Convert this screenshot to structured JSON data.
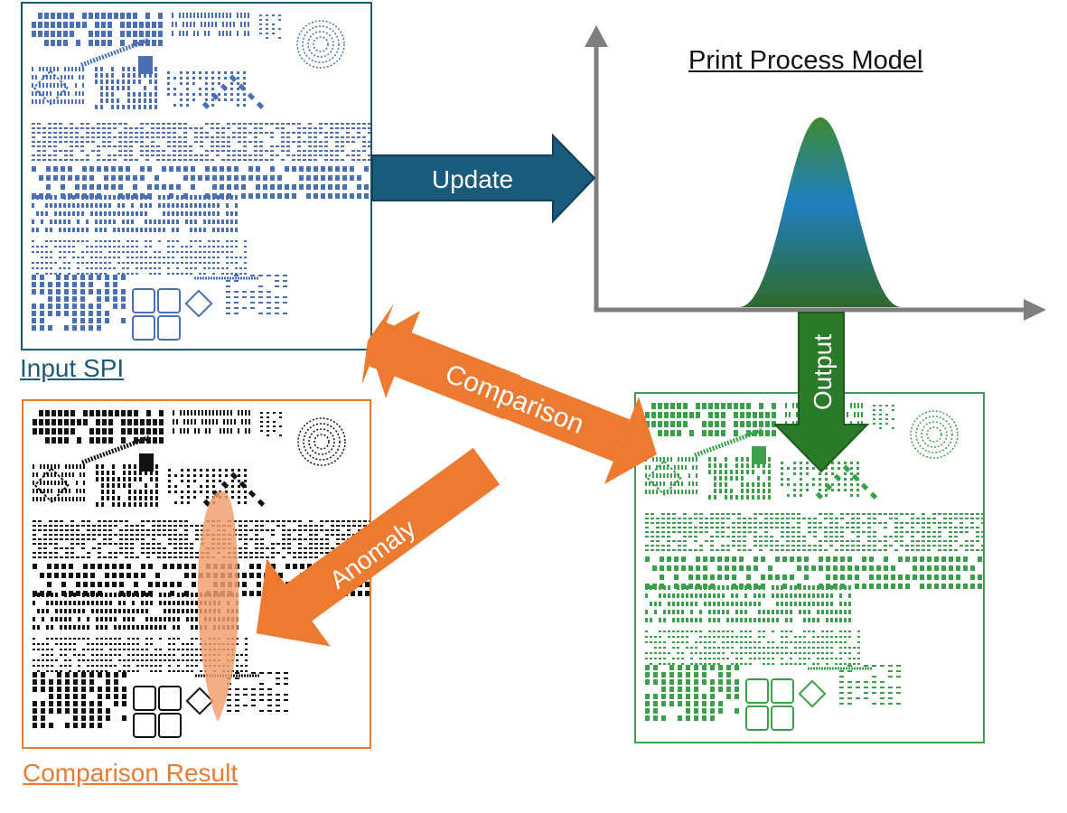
{
  "diagram": {
    "model_title": "Print Process Model",
    "arrows": {
      "update": "Update",
      "output": "Output",
      "comparison": "Comparison",
      "anomaly": "Anomaly"
    },
    "panels": {
      "input": {
        "label": "Input SPI"
      },
      "result": {
        "label": "Comparison Result"
      },
      "output": {
        "label": ""
      }
    },
    "colors": {
      "input_accent": "#4a6fb5",
      "input_border": "#1d5a78",
      "update_arrow": "#1a5a7a",
      "output_arrow": "#2a7a2a",
      "output_accent": "#3aa04a",
      "comparison_arrow": "#ec7a30",
      "result_accent": "#111111",
      "anomaly_highlight": "#f2a070",
      "axis": "#7f7f7f"
    }
  }
}
